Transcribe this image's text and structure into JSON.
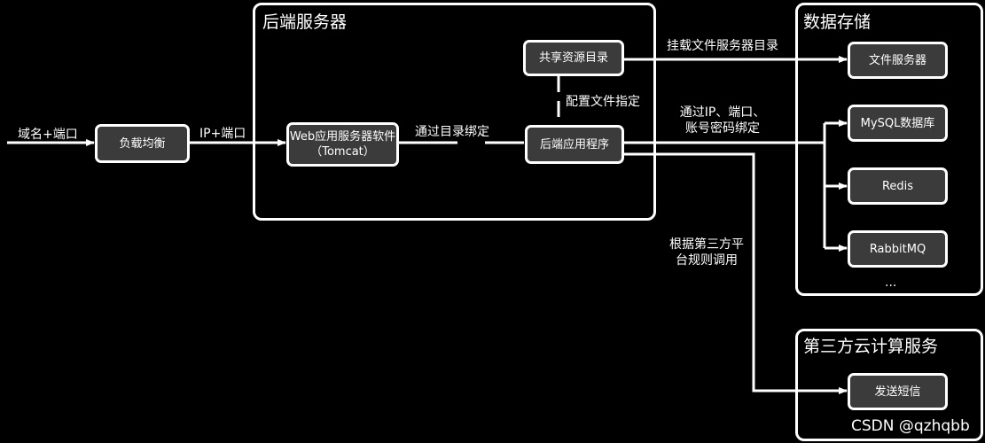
{
  "colors": {
    "background": "#000000",
    "stroke": "#ffffff",
    "node_fill": "#3b3b3b"
  },
  "groups": {
    "backend": {
      "title": "后端服务器"
    },
    "storage": {
      "title": "数据存储",
      "ellipsis": "..."
    },
    "third_party": {
      "title": "第三方云计算服务"
    }
  },
  "nodes": {
    "load_balancer": "负载均衡",
    "web_server": {
      "line1": "Web应用服务器软件",
      "line2": "（Tomcat）"
    },
    "backend_app": "后端应用程序",
    "shared_dir": "共享资源目录",
    "file_server": "文件服务器",
    "mysql": "MySQL数据库",
    "redis": "Redis",
    "rabbitmq": "RabbitMQ",
    "sms": "发送短信"
  },
  "edge_labels": {
    "domain_port": "域名+端口",
    "ip_port": "IP+端口",
    "bind_dir": "通过目录绑定",
    "config_file": "配置文件指定",
    "mount_dir": "挂载文件服务器目录",
    "db_bind": {
      "line1": "通过IP、端口、",
      "line2": "账号密码绑定"
    },
    "third_party_call": {
      "line1": "根据第三方平",
      "line2": "台规则调用"
    }
  },
  "watermark": "CSDN @qzhqbb"
}
